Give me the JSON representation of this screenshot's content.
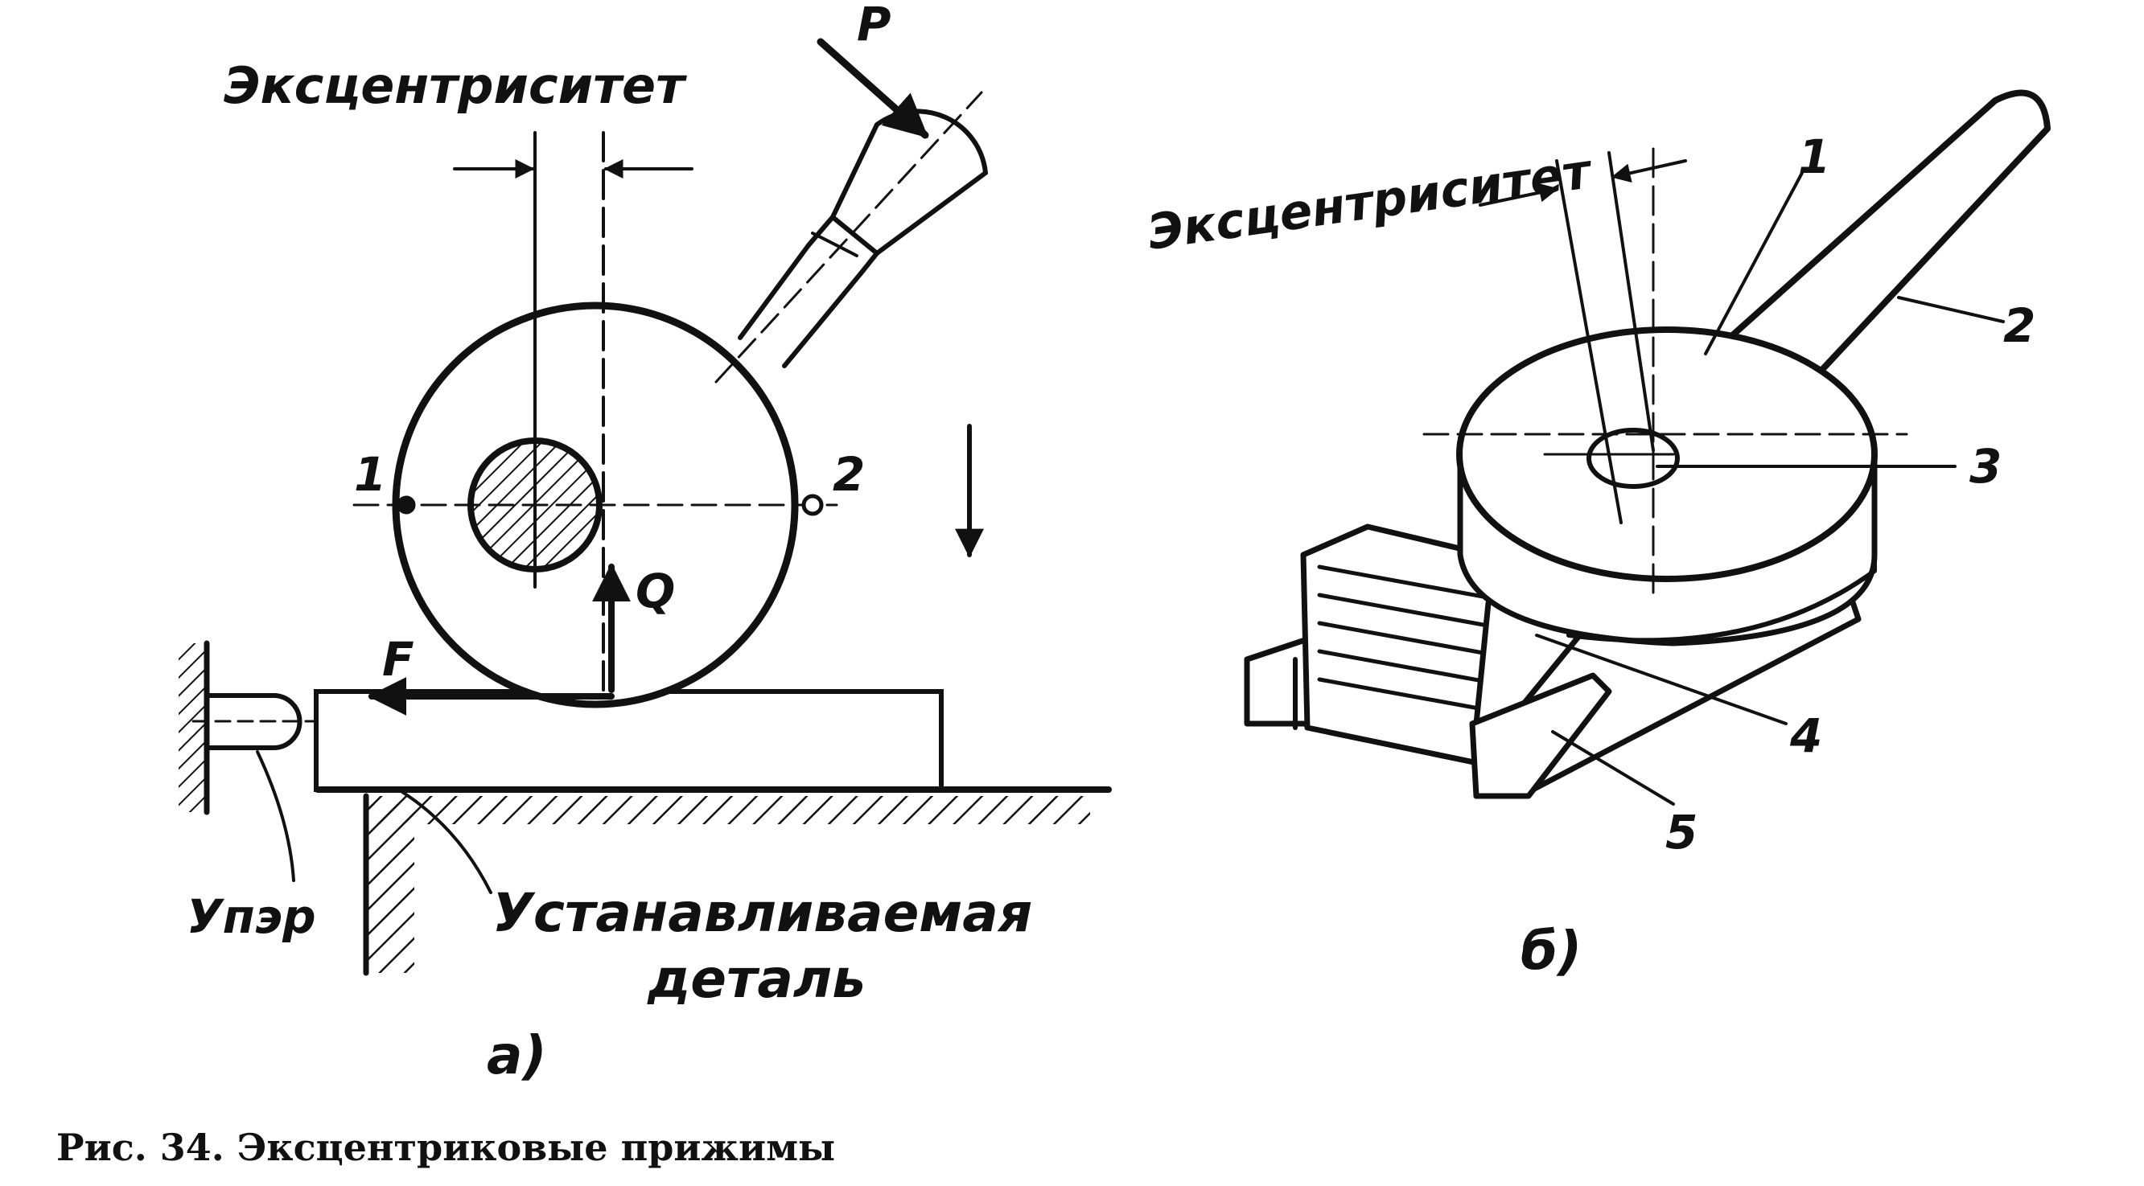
{
  "diagram_a": {
    "eccentricity_label": "Эксцентриситет",
    "force_p": "P",
    "force_q": "Q",
    "force_f": "F",
    "point_1": "1",
    "point_2": "2",
    "stop_label": "Упэр",
    "workpiece_label_line1": "Устанавливаемая",
    "workpiece_label_line2": "деталь",
    "sublabel": "а)"
  },
  "diagram_b": {
    "eccentricity_label": "Эксцентриситет",
    "callouts": [
      "1",
      "2",
      "3",
      "4",
      "5"
    ],
    "sublabel": "б)"
  },
  "caption": "Рис. 34. Эксцентриковые прижимы"
}
